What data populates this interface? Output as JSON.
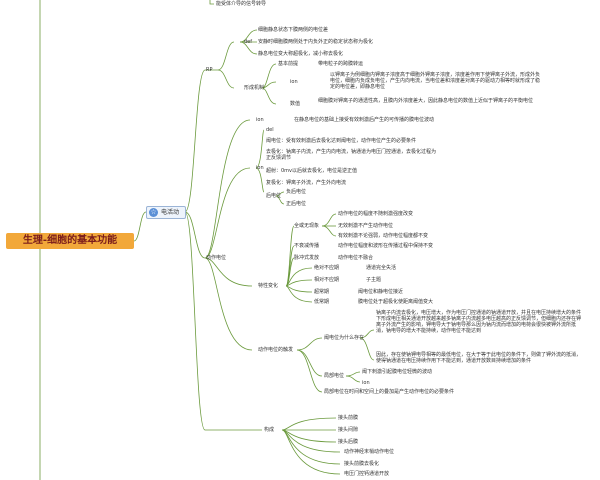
{
  "root": {
    "title": "生理-细胞的基本功能"
  },
  "topic": {
    "label": "电活动",
    "icon": "star-icon"
  },
  "branches": {
    "top_note": "能受体介导的信号转导",
    "rp": {
      "label": "RP",
      "def": {
        "label": "def",
        "items": [
          "细胞静息状态下膜两侧的电位差",
          "安静时细胞膜两侧处于内负外正的稳定状态称为极化",
          "静息电位变大称超极化，减小称去极化"
        ]
      },
      "mechanism": {
        "label": "形成机制",
        "basis_label": "基本前提",
        "basis_text": "带电粒子的跨膜转运",
        "ion_label": "ion",
        "ion_text": "以钾离子为例细胞内钾离子浓度高于细胞外钾离子浓度，浓度差作用下使钾离子外流，形成外负电位，细胞内负成负电位，产生内向电流，当电位差和浓度差对离子的驱动力相等时就形成了稳定的电位差，即静息电位",
        "value_label": "数值",
        "value_text": "细胞膜对钾离子的通透性高，且膜内外浓度差大，因此静息电位的数值上近似于钾离子的平衡电位"
      }
    },
    "ap": {
      "label": "动作电位",
      "ion_label": "ion",
      "ion_text": "在静息电位的基础上接受有效刺激后产生的可传播的膜电位波动",
      "sub": {
        "label": "ion",
        "items": [
          "del",
          "阈电位：受有效刺激后去极化达到阈电位，动作电位产生的必要条件",
          "去极化：钠离子内流，产生内向电流，钠通道为电压门控通道，去极化过程为正反馈调节",
          "超射：0mv以后就去极化，电位是逆正值",
          "复极化：钾离子外流，产生外向电流"
        ]
      },
      "after_potential": {
        "label": "后电位",
        "items": [
          "负后电位",
          "正后电位"
        ]
      },
      "features": {
        "label": "特性变化",
        "all_or_none": {
          "label": "全或无现象",
          "items": [
            "动作电位的幅度不随刺激强度改变",
            "无效刺激不产生动作电位",
            "有效刺激不论强弱，动作电位幅度都不变"
          ]
        },
        "no_decay": {
          "label": "不衰减传播",
          "text": "动作电位幅度和波形在传播过程中保持不变"
        },
        "no_summation": {
          "label": "脉冲式发放",
          "text": "动作电位不融合"
        }
      },
      "refractory": {
        "absolute_label": "绝对不应期",
        "absolute_text": "通道完全失活",
        "relative_label": "相对不应期",
        "relative_text": "子主题",
        "supernormal_label": "超常期",
        "supernormal_text": "阈电位和静电位接近",
        "subnormal_label": "低常期",
        "subnormal_text": "膜电位处于超极化使距离阈值变大"
      },
      "mechanism": {
        "label": "动作电位的触发",
        "why_label": "阈电位为什么存在",
        "why_text1": "钠离子内流去极化，电压增大，作为电压门控通道的钠通道开放，并且在电压持续增大的条件下形成电压相关通道开放越来越多钠离子内流越多电压越高的正反馈调节，但细胞内还存在钾离子外流产生的影响，钾电导大于钠电导那么因为钠内流而增加的电荷会很快被钾外流所抵消，钠电导的增大不能持续，动作电位不能达到",
        "why_text2": "因此，存在使钠钾电导相等的最低电位，在大于等于此电位的条件下，则做了钾外流的抵消，使得钠通道在电压持续作用下不能达到，通道开放数目持续增加的条件",
        "local_label": "局部电位",
        "local_items": [
          "阈下刺激引起膜电位轻微的波动",
          "ion"
        ],
        "summation_text": "局部电位在时间和空间上的叠加是产生动作电位的必要条件"
      }
    },
    "bottom": {
      "label": "构成",
      "items": [
        "接头前膜",
        "接头间隙",
        "接头后膜"
      ],
      "process_items": [
        "动作神经末梢动作电位",
        "接头前膜去极化",
        "电压门控钙通道开放"
      ]
    }
  }
}
